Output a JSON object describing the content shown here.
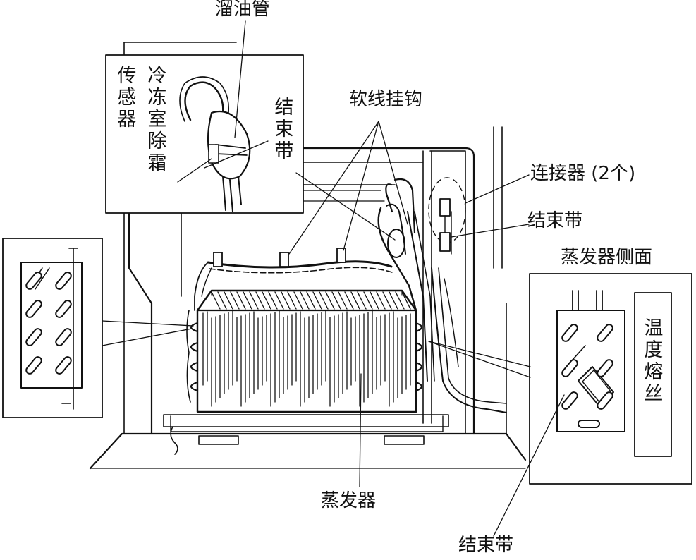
{
  "labels": {
    "oil_drain_tube": "溜油管",
    "sensor": "传感器",
    "freezer_defrost": "冷冻室除霜",
    "tie_band_inset": "结束带",
    "hose_hook": "软线挂钩",
    "connector": "连接器 (2个)",
    "tie_band_right": "结束带",
    "evaporator_side": "蒸发器侧面",
    "temp_fuse": "温度熔丝",
    "evaporator": "蒸发器",
    "tie_band_bottom": "结束带"
  },
  "colors": {
    "line": "#111111",
    "background": "#ffffff"
  }
}
